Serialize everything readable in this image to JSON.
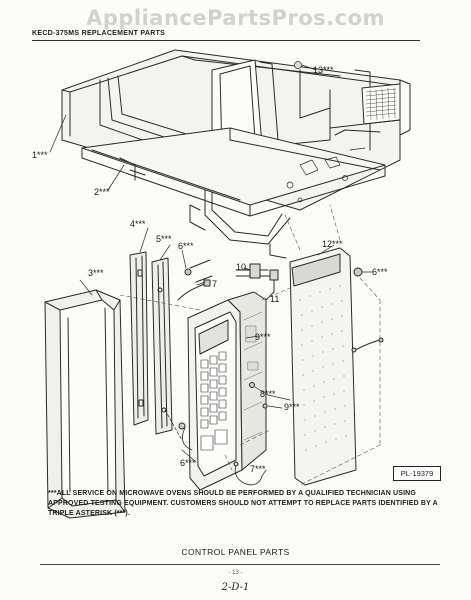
{
  "watermark": "AppliancePartsPros.com",
  "header": "KECD-375MS REPLACEMENT PARTS",
  "callouts": {
    "c1": "1***",
    "c2": "2***",
    "c3": "3***",
    "c4": "4***",
    "c5": "5***",
    "c6a": "6***",
    "c6b": "6***",
    "c6c": "6***",
    "c7a": "7",
    "c7b": "7***",
    "c8": "8***",
    "c9a": "9***",
    "c9b": "9***",
    "c10": "10",
    "c11": "11",
    "c12": "12***",
    "c13": "13***"
  },
  "plate_code": "PL-19379",
  "note": "***ALL SERVICE ON MICROWAVE OVENS SHOULD BE PERFORMED BY A QUALIFIED TECHNICIAN USING APPROVED TESTING EQUIPMENT. CUSTOMERS SHOULD NOT ATTEMPT TO REPLACE PARTS IDENTIFIED BY A TRIPLE ASTERISK (***).",
  "section_title": "CONTROL PANEL PARTS",
  "page_number": "- 13 -",
  "hand_code": "2-D-1"
}
